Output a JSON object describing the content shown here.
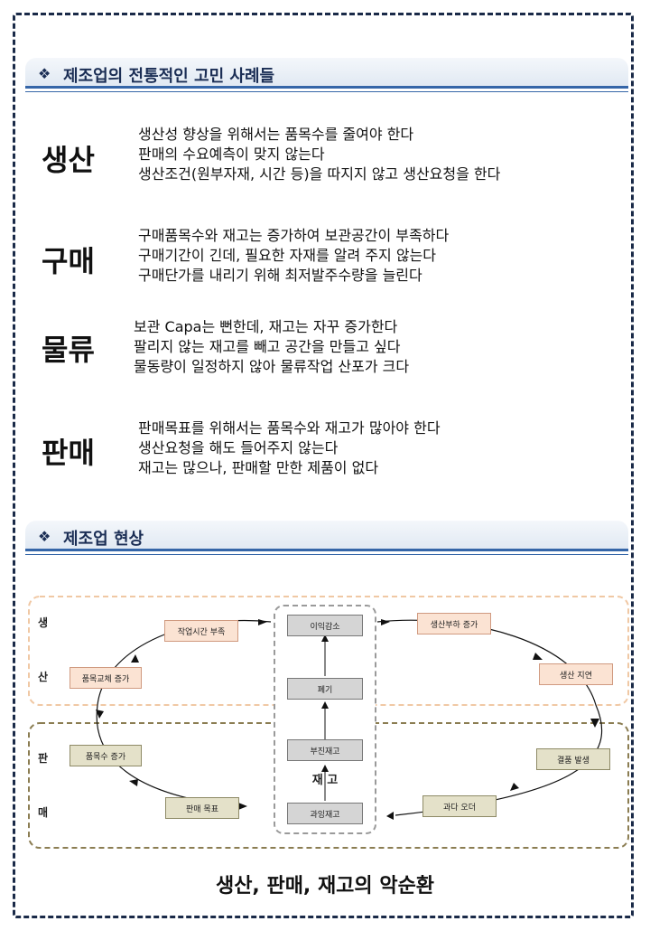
{
  "section1": {
    "title": "제조업의 전통적인 고민 사례들"
  },
  "categories": [
    {
      "name": "생산",
      "lines": [
        "생산성 향상을 위해서는 품목수를 줄여야 한다",
        "판매의 수요예측이 맞지 않는다",
        "생산조건(원부자재, 시간 등)을 따지지 않고 생산요청을 한다"
      ]
    },
    {
      "name": "구매",
      "lines": [
        "구매품목수와 재고는 증가하여 보관공간이 부족하다",
        "구매기간이 긴데, 필요한 자재를 알려 주지 않는다",
        "구매단가를 내리기 위해 최저발주수량을 늘린다"
      ]
    },
    {
      "name": "물류",
      "lines": [
        "보관 Capa는 뻔한데, 재고는 자꾸 증가한다",
        "팔리지 않는 재고를 빼고 공간을 만들고 싶다",
        "물동량이 일정하지 않아 물류작업 산포가 크다"
      ]
    },
    {
      "name": "판매",
      "lines": [
        "판매목표를 위해서는 품목수와 재고가 많아야 한다",
        "생산요청을 해도 들어주지 않는다",
        "재고는 많으나, 판매할 만한 제품이 없다"
      ]
    }
  ],
  "section2": {
    "title": "제조업 현상"
  },
  "diagram": {
    "side_production": [
      "생",
      "산"
    ],
    "side_sales": [
      "판",
      "매"
    ],
    "boxes": {
      "work_time": "작업시간 부족",
      "item_change": "품목교체 증가",
      "item_count": "품목수 증가",
      "sales_target": "판매 목표",
      "profit_down": "이익감소",
      "disposal": "폐기",
      "dead_stock": "부진재고",
      "excess_stock": "과잉재고",
      "center_label": "재 고",
      "load_up": "생산부하 증가",
      "prod_delay": "생산 지연",
      "shortage": "결품 발생",
      "over_order": "과다 오더"
    }
  },
  "caption": "생산, 판매, 재고의 악순환"
}
